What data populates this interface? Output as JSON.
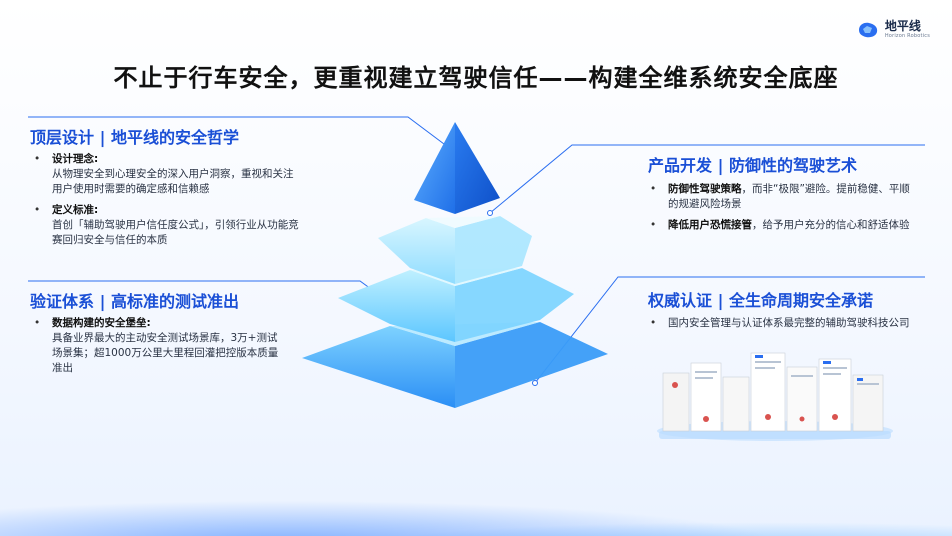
{
  "logo": {
    "cn": "地平线",
    "en": "Horizon Robotics"
  },
  "title": "不止于行车安全，更重视建立驾驶信任——构建全维系统安全底座",
  "left_top": {
    "heading": "顶层设计 | 地平线的安全哲学",
    "items": [
      {
        "label": "设计理念:",
        "text": "从物理安全到心理安全的深入用户洞察，重视和关注用户使用时需要的确定感和信赖感"
      },
      {
        "label": "定义标准:",
        "text": "首创「辅助驾驶用户信任度公式」，引领行业从功能竞赛回归安全与信任的本质"
      }
    ]
  },
  "left_bottom": {
    "heading": "验证体系 | 高标准的测试准出",
    "items": [
      {
        "label": "数据构建的安全堡垒:",
        "text": "具备业界最大的主动安全测试场景库，3万+测试场景集；超1000万公里大里程回灌把控版本质量准出"
      }
    ]
  },
  "right_top": {
    "heading": "产品开发 | 防御性的驾驶艺术",
    "items": [
      {
        "label": "防御性驾驶策略",
        "text": "，而非“极限”避险。提前稳健、平顺的规避风险场景"
      },
      {
        "label": "降低用户恐慌接管",
        "text": "，给予用户充分的信心和舒适体验"
      }
    ]
  },
  "right_bottom": {
    "heading": "权威认证 | 全生命周期安全承诺",
    "items": [
      {
        "label": "",
        "text": "国内安全管理与认证体系最完整的辅助驾驶科技公司"
      }
    ]
  },
  "colors": {
    "accent": "#1a4fd6",
    "pyramid_light": "#9fe0ff",
    "pyramid_dark": "#1f6fe8"
  }
}
